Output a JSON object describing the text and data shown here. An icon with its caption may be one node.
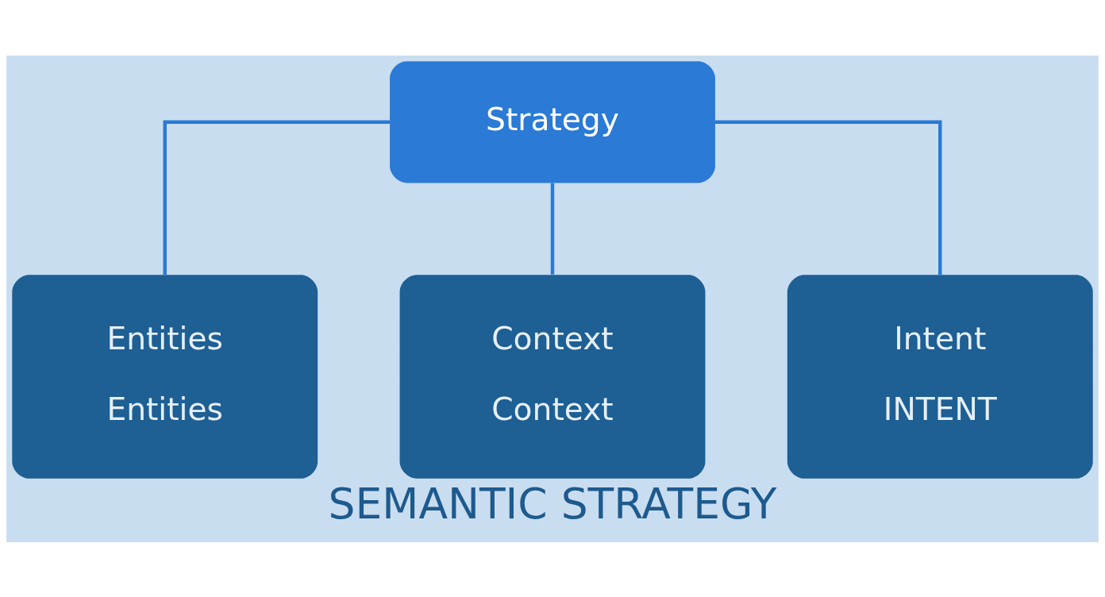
{
  "diagram": {
    "caption": "SEMANTIC STRATEGY",
    "nodes": [
      {
        "text": [
          "Strategy"
        ]
      },
      {
        "text": [
          "Entities",
          "Entities"
        ]
      },
      {
        "text": [
          "Context",
          "Context"
        ]
      },
      {
        "text": [
          "Intent",
          "INTENT"
        ]
      }
    ],
    "edges": [
      {
        "from": 0,
        "to": 1,
        "arrow": "none"
      },
      {
        "from": 0,
        "to": 2,
        "arrow": "none"
      },
      {
        "from": 0,
        "to": 3,
        "arrow": "none"
      }
    ]
  }
}
